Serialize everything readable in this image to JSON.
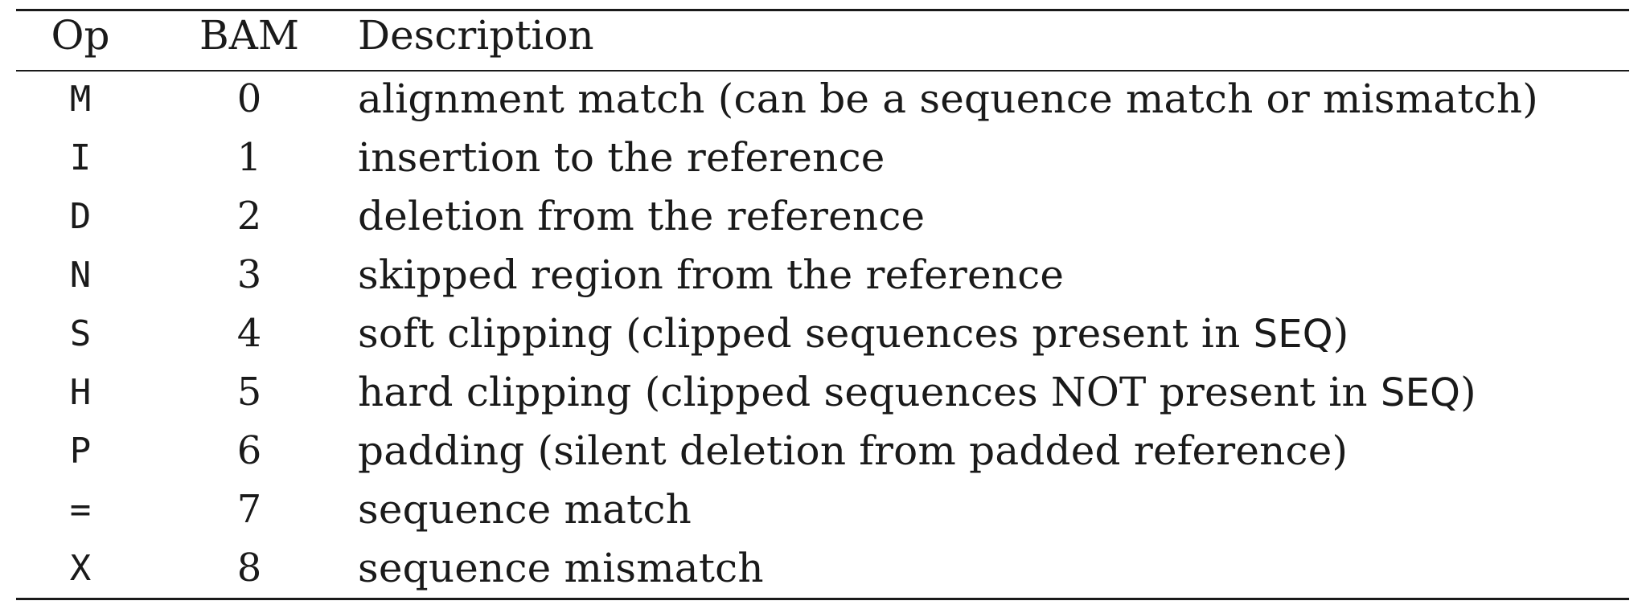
{
  "table": {
    "headers": {
      "op": "Op",
      "bam": "BAM",
      "description": "Description"
    },
    "rows": [
      {
        "op": "M",
        "bam": "0",
        "desc_before": "alignment match (can be a sequence match or mismatch)",
        "desc_code": "",
        "desc_after": ""
      },
      {
        "op": "I",
        "bam": "1",
        "desc_before": "insertion to the reference",
        "desc_code": "",
        "desc_after": ""
      },
      {
        "op": "D",
        "bam": "2",
        "desc_before": "deletion from the reference",
        "desc_code": "",
        "desc_after": ""
      },
      {
        "op": "N",
        "bam": "3",
        "desc_before": "skipped region from the reference",
        "desc_code": "",
        "desc_after": ""
      },
      {
        "op": "S",
        "bam": "4",
        "desc_before": "soft clipping (clipped sequences present in ",
        "desc_code": "SEQ",
        "desc_after": ")"
      },
      {
        "op": "H",
        "bam": "5",
        "desc_before": "hard clipping (clipped sequences NOT present in ",
        "desc_code": "SEQ",
        "desc_after": ")"
      },
      {
        "op": "P",
        "bam": "6",
        "desc_before": "padding (silent deletion from padded reference)",
        "desc_code": "",
        "desc_after": ""
      },
      {
        "op": "=",
        "bam": "7",
        "desc_before": "sequence match",
        "desc_code": "",
        "desc_after": ""
      },
      {
        "op": "X",
        "bam": "8",
        "desc_before": "sequence mismatch",
        "desc_code": "",
        "desc_after": ""
      }
    ]
  }
}
